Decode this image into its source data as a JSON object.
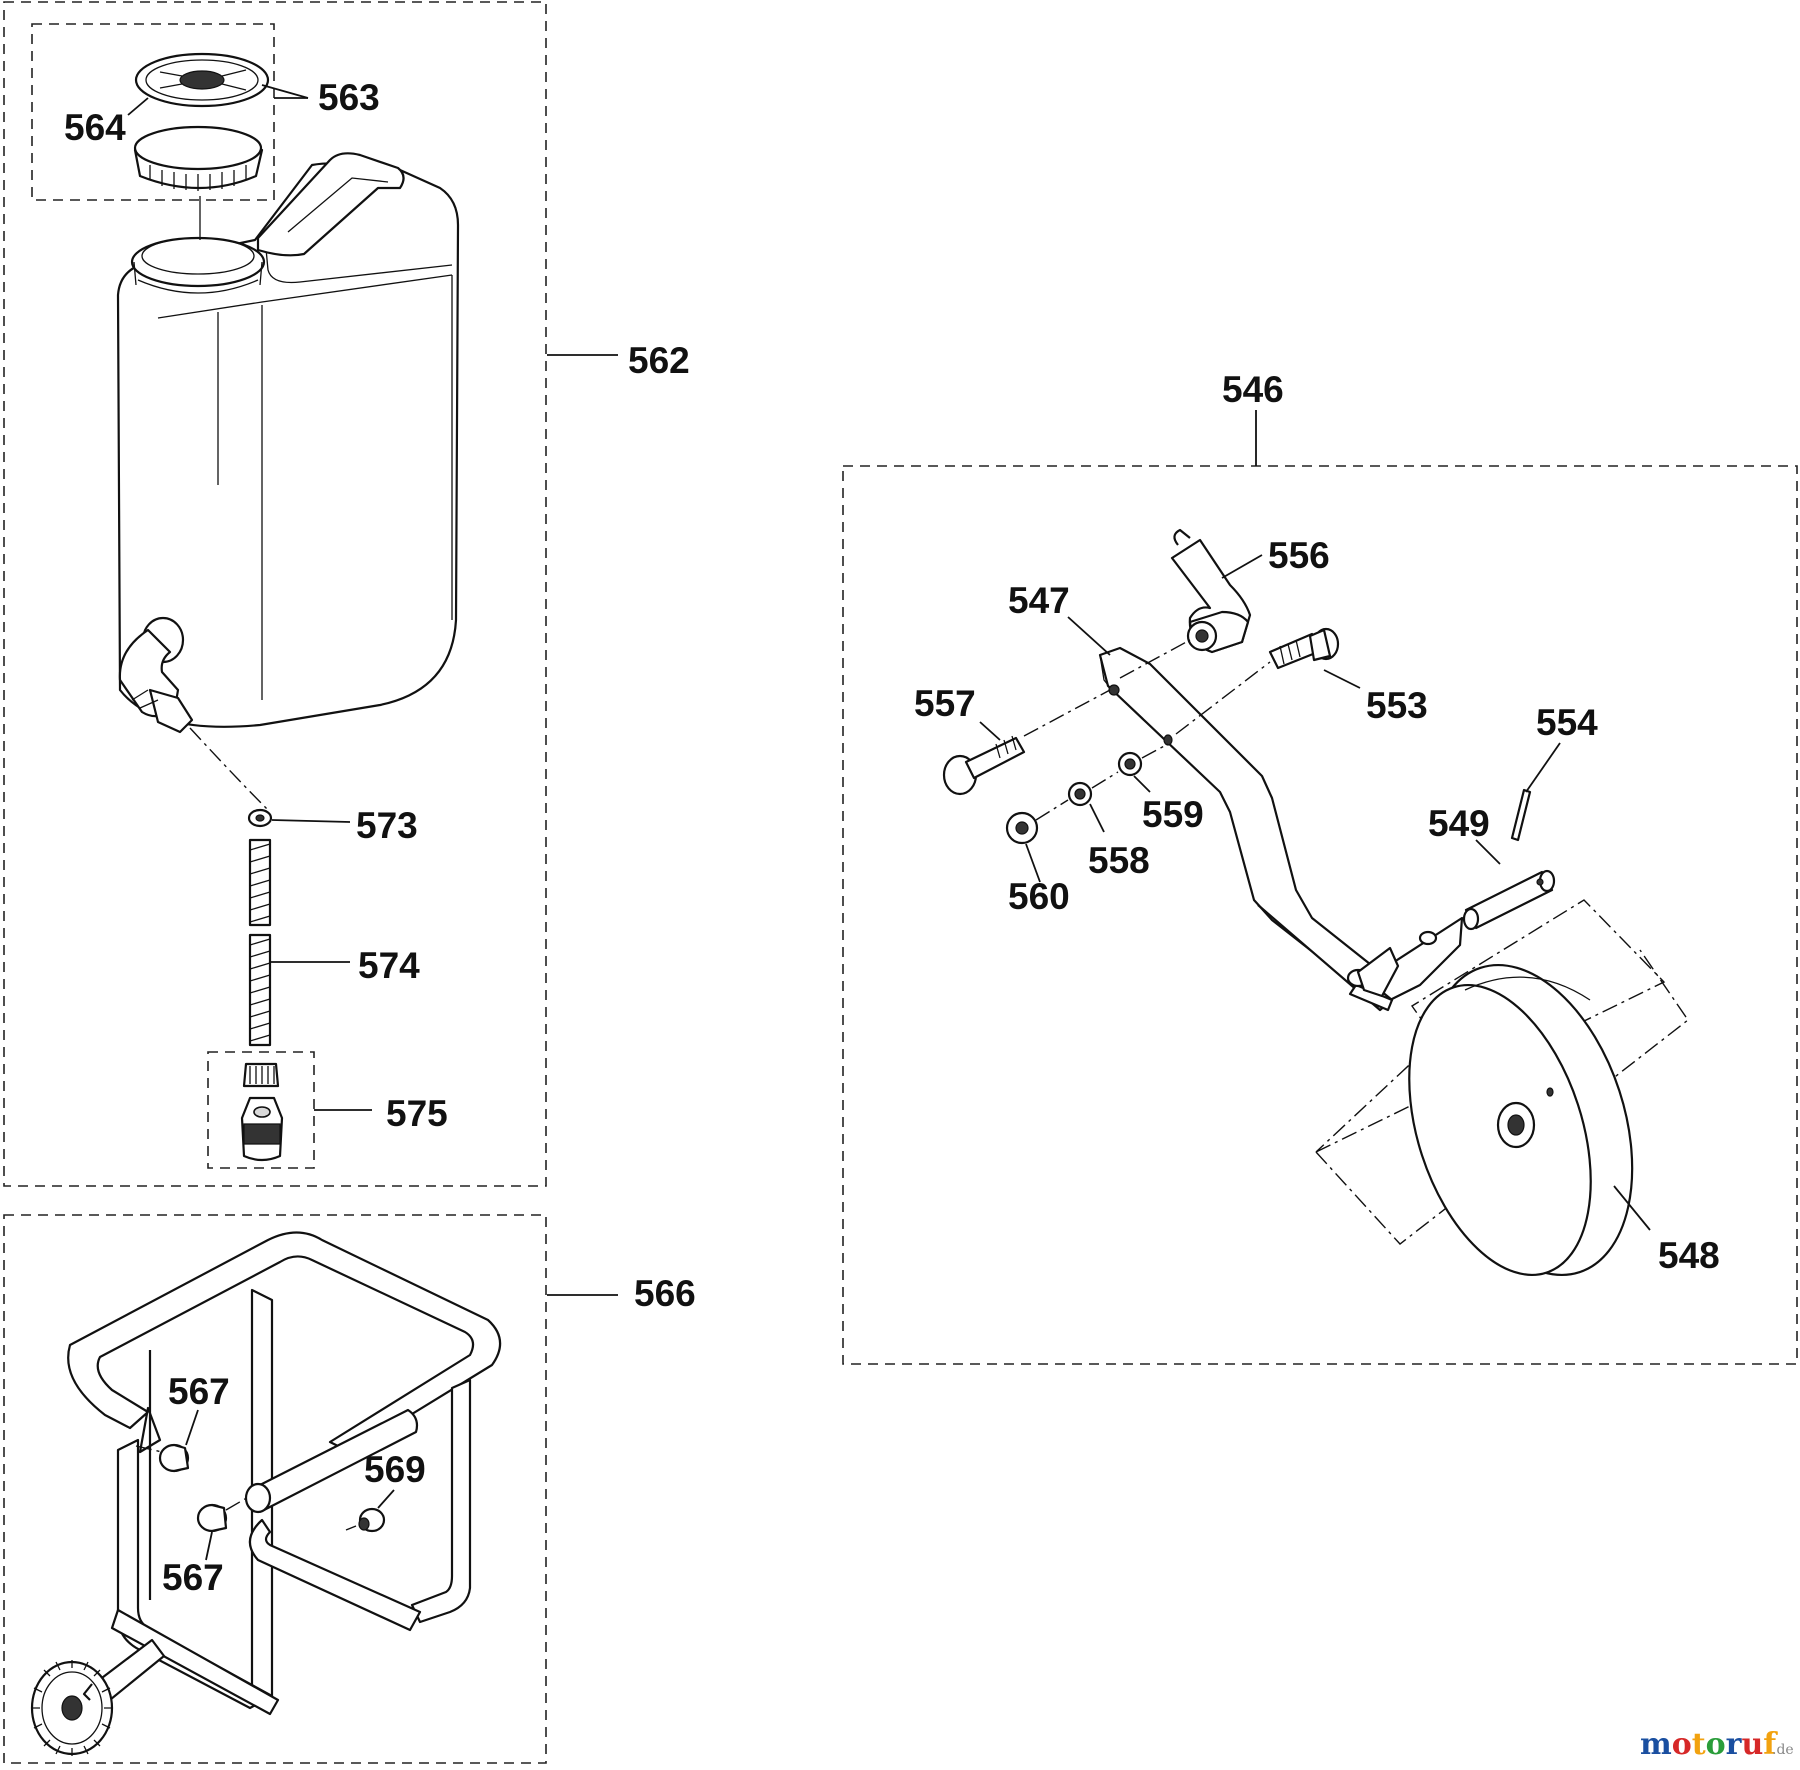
{
  "diagram": {
    "callouts": {
      "c546": "546",
      "c547": "547",
      "c548": "548",
      "c549": "549",
      "c553": "553",
      "c554": "554",
      "c556": "556",
      "c557": "557",
      "c558": "558",
      "c559": "559",
      "c560": "560",
      "c562": "562",
      "c563": "563",
      "c564": "564",
      "c566": "566",
      "c567a": "567",
      "c567b": "567",
      "c569": "569",
      "c573": "573",
      "c574": "574",
      "c575": "575"
    },
    "watermark": {
      "brand": "motoruf",
      "suffix": ".de",
      "colors": [
        "#1a4fa0",
        "#d62828",
        "#f2a20f",
        "#2a9d3a"
      ]
    }
  }
}
